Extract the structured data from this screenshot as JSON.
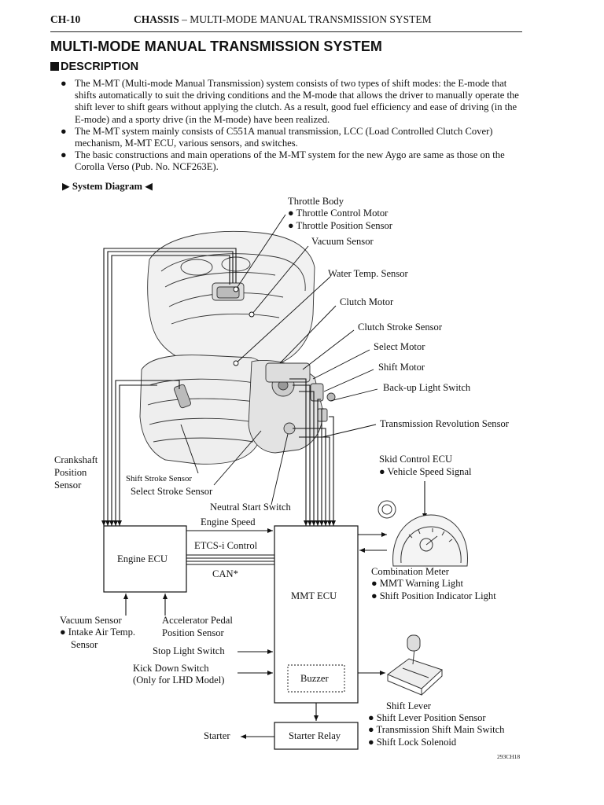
{
  "header": {
    "page_number": "CH-10",
    "section": "CHASSIS",
    "section_rest": " – MULTI-MODE MANUAL TRANSMISSION SYSTEM"
  },
  "title": "MULTI-MODE MANUAL TRANSMISSION SYSTEM",
  "description": {
    "heading": "DESCRIPTION",
    "bullet_glyph": "●",
    "bullets": [
      "The M-MT (Multi-mode Manual Transmission) system consists of two types of shift modes: the E-mode that shifts automatically to suit the driving conditions and the M-mode that allows the driver to manually operate the shift lever to shift gears without applying the clutch. As a result, good fuel efficiency and ease of driving (in the E-mode) and a sporty drive (in the M-mode) have been realized.",
      "The M-MT system mainly consists of C551A manual transmission, LCC (Load Controlled Clutch Cover) mechanism, M-MT ECU, various sensors, and switches.",
      "The basic constructions and main operations of the M-MT system for the new Aygo are same as those on the Corolla Verso (Pub. No. NCF263E)."
    ]
  },
  "diagram": {
    "heading": "System Diagram",
    "labels": {
      "throttle_body": "Throttle Body",
      "throttle_control_motor": "● Throttle Control Motor",
      "throttle_position_sensor": "● Throttle Position Sensor",
      "vacuum_sensor_top": "Vacuum Sensor",
      "water_temp_sensor": "Water Temp. Sensor",
      "clutch_motor": "Clutch Motor",
      "clutch_stroke_sensor": "Clutch Stroke Sensor",
      "select_motor": "Select Motor",
      "shift_motor": "Shift Motor",
      "backup_light_switch": "Back-up Light Switch",
      "transmission_revolution_sensor": "Transmission Revolution Sensor",
      "crankshaft_1": "Crankshaft",
      "crankshaft_2": "Position",
      "crankshaft_3": "Sensor",
      "shift_stroke_sensor": "Shift Stroke Sensor",
      "select_stroke_sensor": "Select Stroke Sensor",
      "neutral_start_switch": "Neutral Start Switch",
      "engine_speed": "Engine Speed",
      "etcs_i_control": "ETCS-i Control",
      "can": "CAN*",
      "engine_ecu": "Engine ECU",
      "mmt_ecu": "MMT ECU",
      "buzzer": "Buzzer",
      "starter_relay": "Starter Relay",
      "starter": "Starter",
      "skid_control_ecu": "Skid Control ECU",
      "vehicle_speed_signal": "● Vehicle Speed Signal",
      "combination_meter": "Combination Meter",
      "mmt_warning_light": "● MMT Warning Light",
      "shift_position_indicator_light": "● Shift Position Indicator Light",
      "vacuum_sensor_bottom": "Vacuum Sensor",
      "intake_air_temp_1": "●  Intake Air Temp.",
      "intake_air_temp_2": "Sensor",
      "accelerator_pedal_1": "Accelerator Pedal",
      "accelerator_pedal_2": "Position Sensor",
      "stop_light_switch": "Stop Light Switch",
      "kick_down_switch_1": "Kick Down Switch",
      "kick_down_switch_2": "(Only for LHD Model)",
      "shift_lever": "Shift Lever",
      "shift_lever_position_sensor": "● Shift Lever Position Sensor",
      "transmission_shift_main_switch": "● Transmission Shift Main Switch",
      "shift_lock_solenoid": "● Shift Lock Solenoid",
      "figure_code": "293CH18"
    }
  }
}
